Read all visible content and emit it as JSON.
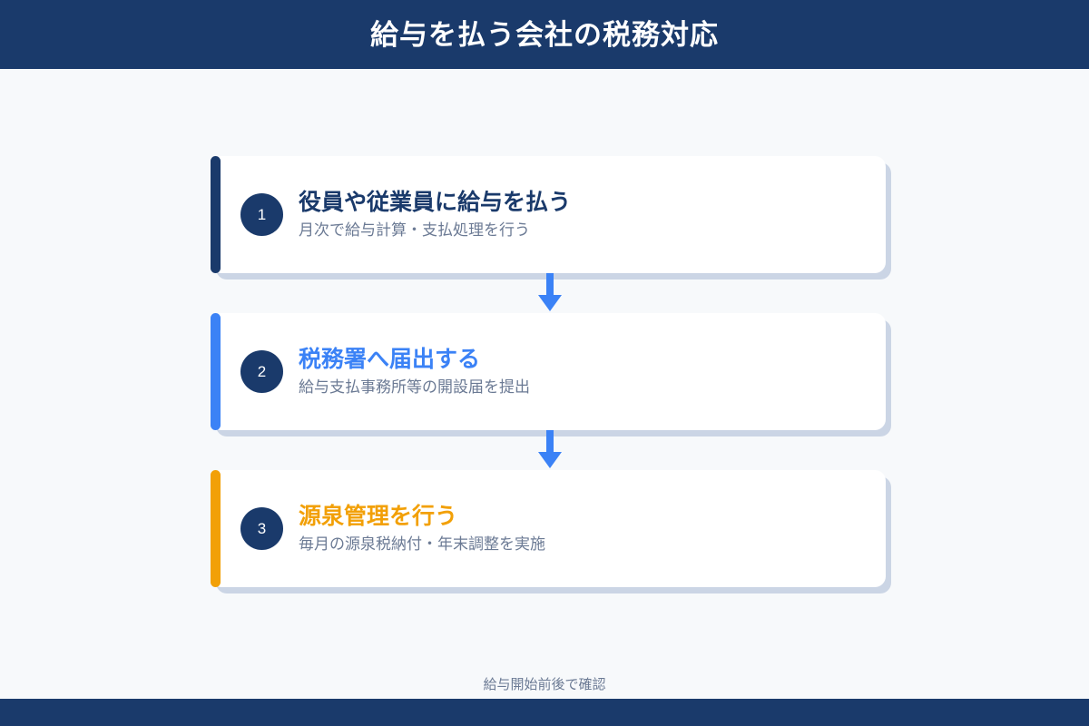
{
  "header": {
    "title": "給与を払う会社の税務対応",
    "background_color": "#1a3a6b",
    "text_color": "#ffffff"
  },
  "page": {
    "background_color": "#f7f9fb",
    "card_background": "#ffffff",
    "subtitle_color": "#6b7a94",
    "connector_color": "#3b82f6"
  },
  "flow": {
    "steps": [
      {
        "number": "1",
        "title": "役員や従業員に給与を払う",
        "subtitle": "月次で給与計算・支払処理を行う",
        "accent_color": "#1a3a6b",
        "title_color": "#1a3a6b"
      },
      {
        "number": "2",
        "title": "税務署へ届出する",
        "subtitle": "給与支払事務所等の開設届を提出",
        "accent_color": "#3b82f6",
        "title_color": "#3b82f6"
      },
      {
        "number": "3",
        "title": "源泉管理を行う",
        "subtitle": "毎月の源泉税納付・年末調整を実施",
        "accent_color": "#f2a007",
        "title_color": "#f2a007"
      }
    ],
    "connector_icon": "arrow-down-icon"
  },
  "footer": {
    "note": "給与開始前後で確認",
    "bar_color": "#1a3a6b"
  }
}
